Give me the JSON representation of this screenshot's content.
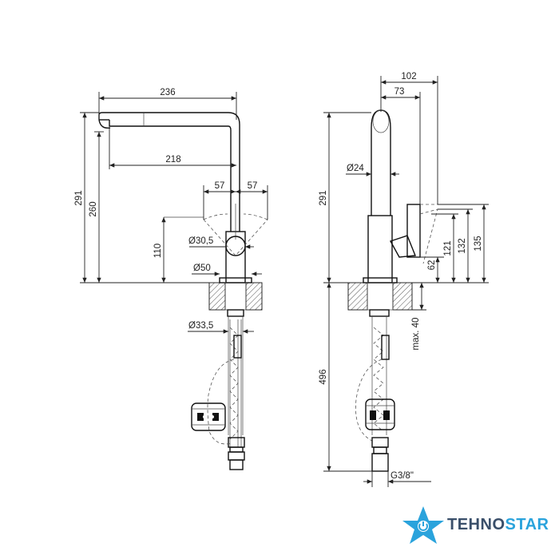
{
  "dimensions": {
    "front_width": "236",
    "front_spout_reach": "218",
    "front_swivel_left": "57",
    "front_swivel_right": "57",
    "front_height_total": "291",
    "front_height_spout": "260",
    "front_handle_height": "110",
    "front_body_dia": "Ø30,5",
    "front_base_dia": "Ø50",
    "front_shank_dia": "Ø33,5",
    "side_depth_total": "102",
    "side_depth_spout": "73",
    "side_spout_dia": "Ø24",
    "side_height_total": "291",
    "side_lever_62": "62",
    "side_lever_121": "121",
    "side_lever_132": "132",
    "side_lever_135": "135",
    "side_max_counter": "max. 40",
    "side_hose_length": "496",
    "side_thread": "G3/8\""
  },
  "brand": {
    "name_part1": "TEHNO",
    "name_part2": "STAR",
    "color_dark": "#3a4f6a",
    "color_light": "#2aa3dc"
  }
}
